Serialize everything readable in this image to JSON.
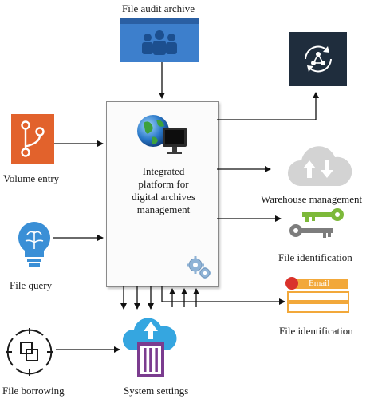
{
  "center_box": {
    "lines": [
      "Integrated",
      "platform for",
      "digital archives",
      "management"
    ]
  },
  "nodes": {
    "audit": {
      "label": "File audit archive",
      "icon": "people-group-icon"
    },
    "cycle": {
      "icon": "cycle-share-icon"
    },
    "volume": {
      "label": "Volume entry",
      "icon": "branch-icon"
    },
    "warehouse": {
      "label": "Warehouse management",
      "icon": "cloud-transfer-icon"
    },
    "keys": {
      "label": "File identification",
      "icon": "keys-icon"
    },
    "query": {
      "label": "File query",
      "icon": "lightbulb-brain-icon"
    },
    "email": {
      "label": "File identification",
      "button_text": "Email",
      "icon": "email-form-icon"
    },
    "borrowing": {
      "label": "File borrowing",
      "icon": "fragment-target-icon"
    },
    "settings": {
      "label": "System settings",
      "icon": "cloud-upload-box-icon"
    }
  },
  "colors": {
    "audit_blue": "#2f6fbf",
    "orange": "#e2622c",
    "dark_navy": "#1f2d3d",
    "cloud_gray": "#cfcfcf",
    "key_green": "#7db93a",
    "email_red": "#d9322b",
    "email_gold": "#f2a83a",
    "bulb_blue": "#3a8fd6",
    "purple": "#7b3c8f",
    "cloud_blue": "#35a6e0"
  }
}
